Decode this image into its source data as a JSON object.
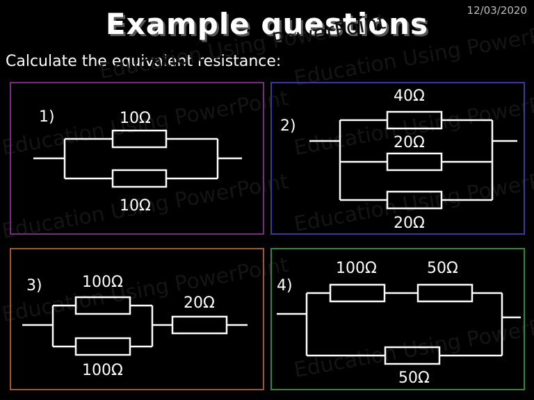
{
  "header": {
    "title": "Example questions",
    "date": "12/03/2020",
    "prompt": "Calculate the equivalent resistance:"
  },
  "watermark": "Education Using PowerPoint",
  "colors": {
    "background": "#000000",
    "box1_border": "#7b2a83",
    "box2_border": "#3b3a9a",
    "box3_border": "#a4552b",
    "box4_border": "#2e8a35",
    "wire": "#ffffff"
  },
  "questions": [
    {
      "number": "1)",
      "labels": [
        "10Ω",
        "10Ω"
      ]
    },
    {
      "number": "2)",
      "labels": [
        "40Ω",
        "20Ω",
        "20Ω"
      ]
    },
    {
      "number": "3)",
      "labels": [
        "100Ω",
        "100Ω",
        "20Ω"
      ]
    },
    {
      "number": "4)",
      "labels": [
        "100Ω",
        "50Ω",
        "50Ω"
      ]
    }
  ]
}
